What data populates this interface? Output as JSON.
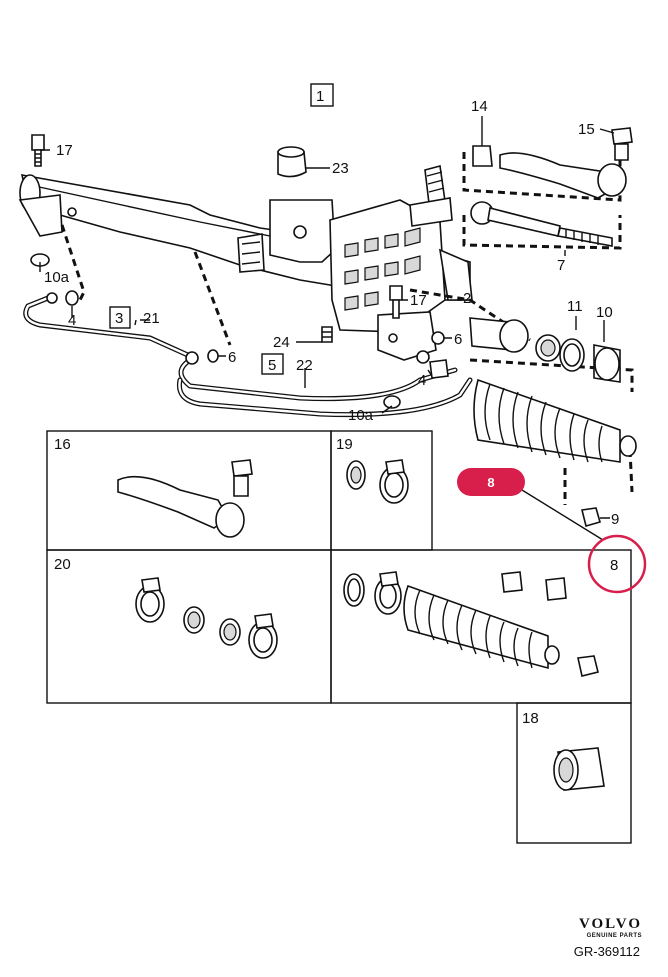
{
  "callouts": {
    "c1": "1",
    "c14": "14",
    "c15": "15",
    "c17a": "17",
    "c23": "23",
    "c10a_a": "10a",
    "c4a": "4",
    "c3": "3",
    "c21": "21",
    "c6a": "6",
    "c24": "24",
    "c5": "5",
    "c22": "22",
    "c17b": "17",
    "c2": "2",
    "c6b": "6",
    "c4b": "4",
    "c10a_b": "10a",
    "c7": "7",
    "c11": "11",
    "c10": "10",
    "c9": "9",
    "c16": "16",
    "c19": "19",
    "c20": "20",
    "c18": "18",
    "c8": "8"
  },
  "hotspot": {
    "label": "8",
    "color": "#d81e4b"
  },
  "brand": {
    "name": "VOLVO",
    "subtitle": "GENUINE PARTS",
    "code": "GR-369112"
  }
}
